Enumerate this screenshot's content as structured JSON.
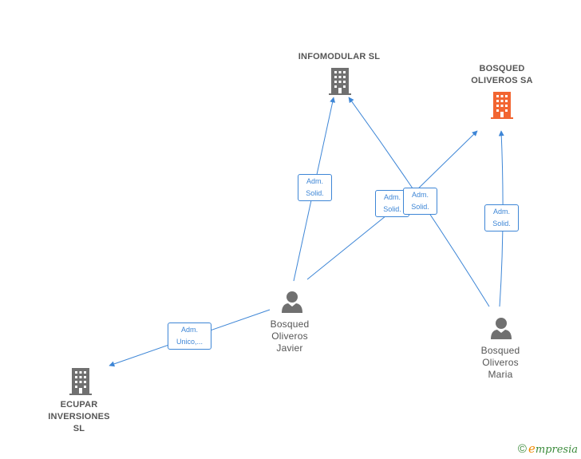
{
  "companies": {
    "infomodular": {
      "name": "INFOMODULAR SL",
      "color": "#707070"
    },
    "bosqued_oliveros": {
      "name": "BOSQUED OLIVEROS SA",
      "line1": "BOSQUED",
      "line2": "OLIVEROS SA",
      "color": "#f26531"
    },
    "ecupar": {
      "name": "ECUPAR INVERSIONES SL",
      "line1": "ECUPAR",
      "line2": "INVERSIONES",
      "line3": "SL",
      "color": "#707070"
    }
  },
  "persons": {
    "javier": {
      "line1": "Bosqued",
      "line2": "Oliveros",
      "line3": "Javier",
      "color": "#707070"
    },
    "maria": {
      "line1": "Bosqued",
      "line2": "Oliveros",
      "line3": "Maria",
      "color": "#707070"
    }
  },
  "edge_labels": {
    "javier_infomodular": {
      "line1": "Adm.",
      "line2": "Solid."
    },
    "javier_bosqued": {
      "line1": "Adm.",
      "line2": "Solid."
    },
    "maria_infomodular": {
      "line1": "Adm.",
      "line2": "Solid."
    },
    "maria_bosqued": {
      "line1": "Adm.",
      "line2": "Solid."
    },
    "javier_ecupar": {
      "line1": "Adm.",
      "line2": "Unico,..."
    }
  },
  "edge_color": "#3e86d6",
  "watermark": {
    "copyright": "©",
    "brand_initial": "e",
    "brand_rest": "mpresia"
  }
}
